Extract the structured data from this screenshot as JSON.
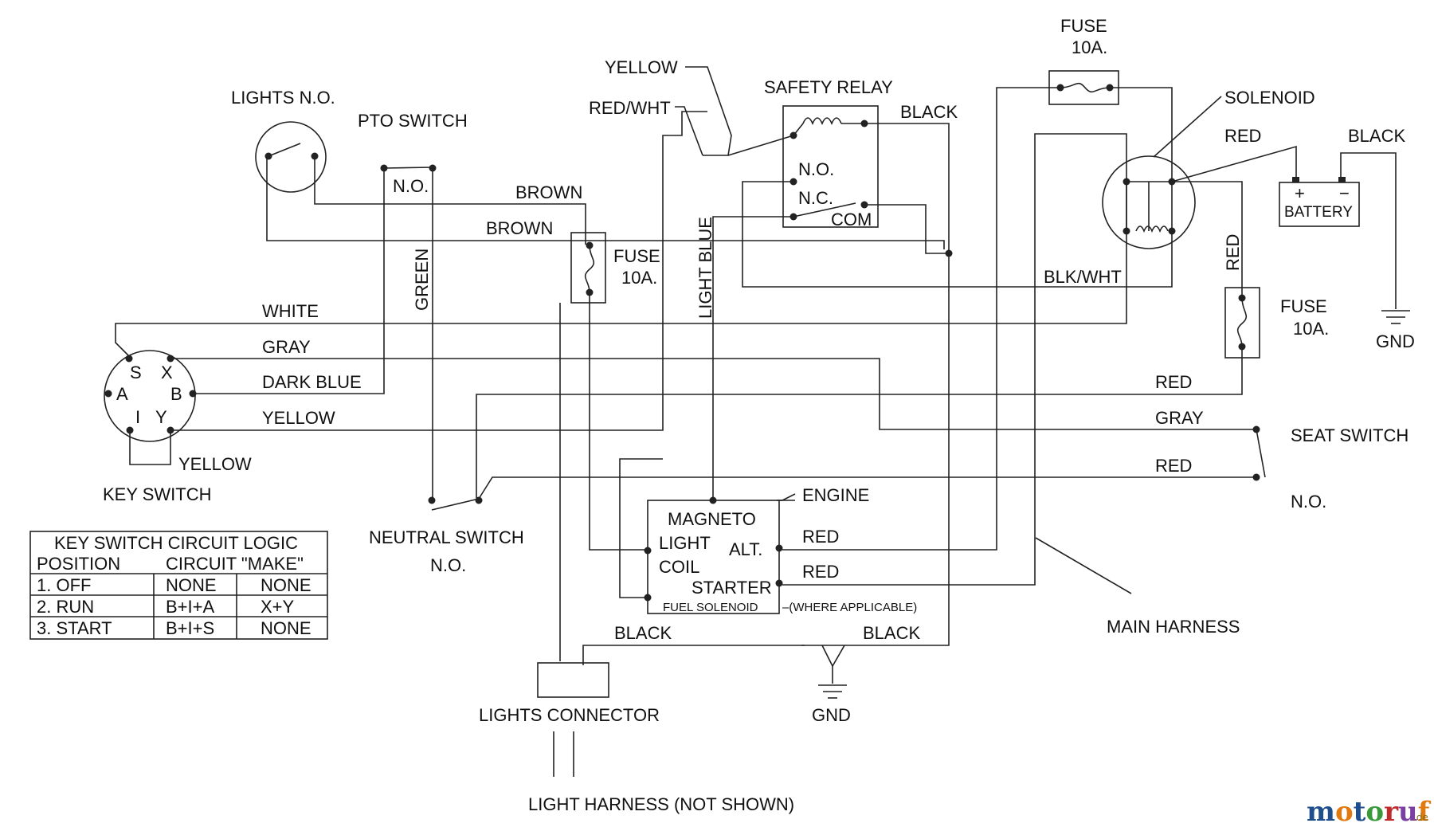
{
  "colors": {
    "wire": "#222222",
    "text": "#111111",
    "wm_blue": "#1f4e8c",
    "wm_orange": "#e07a10",
    "wm_green": "#3a9a3a",
    "wm_red": "#c02a2a",
    "wm_purple": "#7a3fa0"
  },
  "components": {
    "lights_no": "LIGHTS N.O.",
    "pto_switch": "PTO SWITCH",
    "pto_no": "N.O.",
    "safety_relay": "SAFETY RELAY",
    "relay_no": "N.O.",
    "relay_nc": "N.C.",
    "relay_com": "COM",
    "fuse_top": "FUSE",
    "fuse_top_rating": "10A.",
    "fuse_mid": "FUSE",
    "fuse_mid_rating": "10A.",
    "fuse_right": "FUSE",
    "fuse_right_rating": "10A.",
    "solenoid": "SOLENOID",
    "battery": "BATTERY",
    "battery_plus": "+",
    "battery_minus": "−",
    "gnd_right": "GND",
    "gnd_bottom": "GND",
    "key_switch": "KEY SWITCH",
    "key_s": "S",
    "key_x": "X",
    "key_a": "A",
    "key_b": "B",
    "key_i": "I",
    "key_y": "Y",
    "seat_switch": "SEAT SWITCH",
    "seat_no": "N.O.",
    "neutral_switch": "NEUTRAL SWITCH",
    "neutral_no": "N.O.",
    "engine": "ENGINE",
    "magneto": "MAGNETO",
    "light_coil_1": "LIGHT",
    "light_coil_2": "COIL",
    "alt": "ALT.",
    "starter": "STARTER",
    "fuel_solenoid": "FUEL SOLENOID",
    "where_applicable": "–(WHERE APPLICABLE)",
    "lights_connector": "LIGHTS CONNECTOR",
    "light_harness": "LIGHT HARNESS (NOT SHOWN)",
    "main_harness": "MAIN HARNESS"
  },
  "wires": {
    "yellow_top": "YELLOW",
    "red_wht": "RED/WHT",
    "black_relay": "BLACK",
    "red_battery": "RED",
    "black_battery": "BLACK",
    "brown_1": "BROWN",
    "brown_2": "BROWN",
    "green": "GREEN",
    "light_blue": "LIGHT BLUE",
    "red_vertical": "RED",
    "blk_wht": "BLK/WHT",
    "white": "WHITE",
    "gray": "GRAY",
    "dark_blue": "DARK BLUE",
    "yellow": "YELLOW",
    "yellow_key": "YELLOW",
    "red_seat_1": "RED",
    "gray_seat": "GRAY",
    "red_seat_2": "RED",
    "red_alt": "RED",
    "red_starter": "RED",
    "black_bottom_1": "BLACK",
    "black_bottom_2": "BLACK"
  },
  "table": {
    "title": "KEY SWITCH CIRCUIT LOGIC",
    "header_position": "POSITION",
    "header_make": "CIRCUIT \"MAKE\"",
    "rows": [
      {
        "pos": "1. OFF",
        "a": "NONE",
        "b": "NONE"
      },
      {
        "pos": "2. RUN",
        "a": "B+I+A",
        "b": "X+Y"
      },
      {
        "pos": "3. START",
        "a": "B+I+S",
        "b": "NONE"
      }
    ]
  },
  "watermark": {
    "brand": "motoruf",
    "tld": ".de"
  }
}
